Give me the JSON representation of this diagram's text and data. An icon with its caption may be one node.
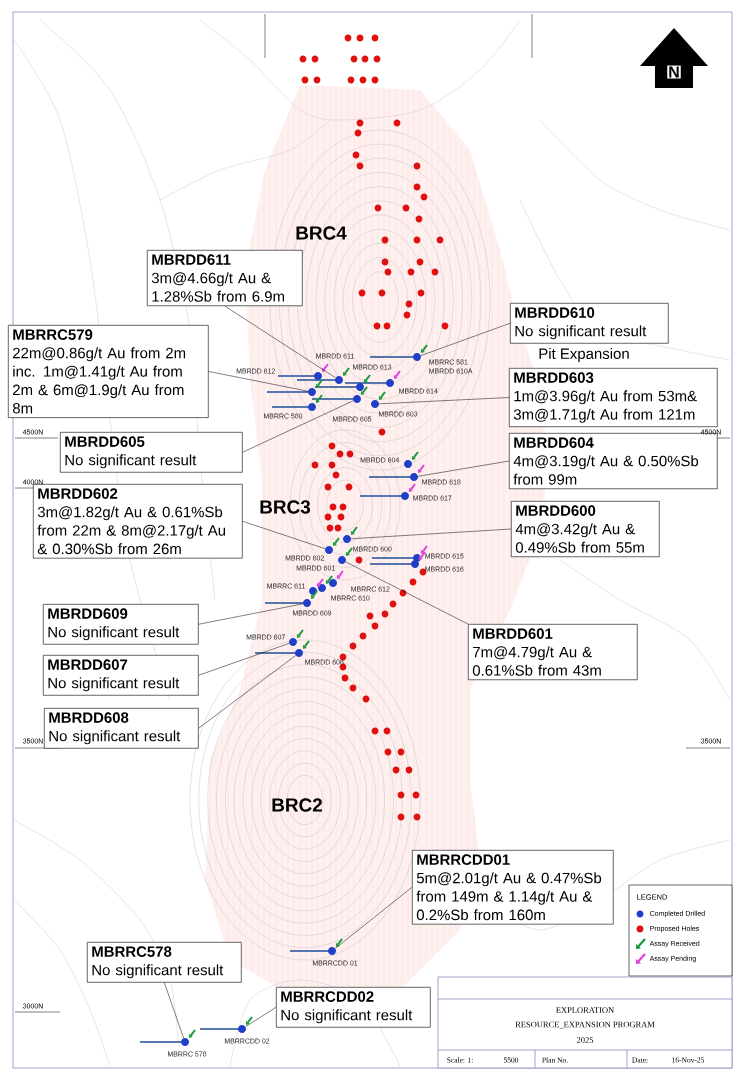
{
  "diagram": {
    "nodes": [
      {
        "text": [
          "MBRDD611",
          "3m@4.66g/t Au & 1.28%Sb from 6.9m"
        ]
      },
      {
        "text": [
          "MBRDD610",
          "No significant result"
        ]
      },
      {
        "text": [
          "MBRRC579",
          "22m@0.86g/t Au from 2m inc. 1m@1.41g/t Au from 2m & 6m@1.9g/t Au from 8m"
        ]
      },
      {
        "text": [
          "MBRDD603",
          "1m@3.96g/t Au from 53m& 3m@1.71g/t Au from 121m"
        ]
      },
      {
        "text": [
          "MBRDD605",
          "No significant result"
        ]
      },
      {
        "text": [
          "MBRDD604",
          "4m@3.19g/t Au & 0.50%Sb from 99m"
        ]
      },
      {
        "text": [
          "MBRDD602",
          "3m@1.82g/t Au & 0.61%Sb from 22m & 8m@2.17g/t Au & 0.30%Sb from 26m"
        ]
      },
      {
        "text": [
          "MBRDD600",
          "4m@3.42g/t Au & 0.49%Sb from 55m"
        ]
      },
      {
        "text": [
          "MBRDD609",
          "No significant result"
        ]
      },
      {
        "text": [
          "MBRDD601",
          "7m@4.79g/t Au & 0.61%Sb from 43m"
        ]
      },
      {
        "text": [
          "MBRDD607",
          "No significant result"
        ]
      },
      {
        "text": [
          "MBRDD608",
          "No significant result"
        ]
      },
      {
        "text": [
          "MBRRCDD01",
          "5m@2.01g/t Au & 0.47%Sb from 149m & 1.14g/t Au & 0.2%Sb from 160m"
        ]
      },
      {
        "text": [
          "MBRRC578",
          "No significant result"
        ]
      },
      {
        "text": [
          "MBRRCDD02",
          "No significant result"
        ]
      },
      {
        "text": [],
        "shape": "circle",
        "beside": [
          "MBRRC 581",
          "MBRDD 610A"
        ]
      },
      {
        "text": [],
        "shape": "circle",
        "beside": [
          "MBRDD 612"
        ]
      },
      {
        "text": [],
        "shape": "circle",
        "beside": [
          "MBRDD 611"
        ]
      },
      {
        "text": [],
        "shape": "circle",
        "beside": [
          "MBRDD 614"
        ]
      },
      {
        "text": [],
        "shape": "circle",
        "beside": [
          "MBRDD 613"
        ]
      },
      {
        "text": [],
        "shape": "circle"
      },
      {
        "text": [],
        "shape": "circle",
        "beside": [
          "MBRDD 605"
        ]
      },
      {
        "text": [],
        "shape": "circle",
        "beside": [
          "MBRDD 603"
        ]
      },
      {
        "text": [],
        "shape": "circle",
        "beside": [
          "MBRRC 580"
        ]
      },
      {
        "text": [],
        "shape": "circle",
        "beside": [
          "MBRDD 604"
        ]
      },
      {
        "text": [],
        "shape": "circle",
        "beside": [
          "MBRDD 618"
        ]
      },
      {
        "text": [],
        "shape": "circle",
        "beside": [
          "MBRDD 617"
        ]
      },
      {
        "text": [],
        "shape": "circle",
        "beside": [
          "MBRDD 600"
        ]
      },
      {
        "text": [],
        "shape": "circle",
        "beside": [
          "MBRDD 602"
        ]
      },
      {
        "text": [],
        "shape": "circle",
        "beside": [
          "MBRDD 615"
        ]
      },
      {
        "text": [],
        "shape": "circle",
        "beside": [
          "MBRDD 601"
        ]
      },
      {
        "text": [],
        "shape": "circle",
        "beside": [
          "MBRDD 616"
        ]
      },
      {
        "text": [],
        "shape": "circle",
        "beside": [
          "MBRRC 612"
        ]
      },
      {
        "text": [],
        "shape": "circle",
        "beside": [
          "MBRRC 610"
        ]
      },
      {
        "text": [],
        "shape": "circle",
        "beside": [
          "MBRRC 611"
        ]
      },
      {
        "text": [],
        "shape": "circle",
        "beside": [
          "MBRDD 609"
        ]
      },
      {
        "text": [],
        "shape": "circle",
        "beside": [
          "MBRDD 607"
        ]
      },
      {
        "text": [],
        "shape": "circle",
        "beside": [
          "MBRDD 608"
        ]
      },
      {
        "text": [],
        "shape": "circle",
        "beside": [
          "MBRRCDD 01"
        ]
      },
      {
        "text": [],
        "shape": "circle",
        "beside": [
          "MBRRCDD 02"
        ]
      },
      {
        "text": [],
        "shape": "circle",
        "beside": [
          "MBRRC 578"
        ]
      }
    ],
    "edges": [
      {
        "from": 0,
        "to": 17,
        "arrow": "none"
      },
      {
        "from": 1,
        "to": 15,
        "arrow": "none"
      },
      {
        "from": 2,
        "to": 20,
        "arrow": "none"
      },
      {
        "from": 3,
        "to": 22,
        "arrow": "none"
      },
      {
        "from": 4,
        "to": 21,
        "arrow": "none"
      },
      {
        "from": 5,
        "to": 25,
        "arrow": "none"
      },
      {
        "from": 6,
        "to": 28,
        "arrow": "none"
      },
      {
        "from": 7,
        "to": 27,
        "arrow": "none"
      },
      {
        "from": 8,
        "to": 35,
        "arrow": "none"
      },
      {
        "from": 9,
        "to": 30,
        "arrow": "none"
      },
      {
        "from": 10,
        "to": 36,
        "arrow": "none"
      },
      {
        "from": 11,
        "to": 37,
        "arrow": "none"
      },
      {
        "from": 12,
        "to": 38,
        "arrow": "none"
      },
      {
        "from": 13,
        "to": 40,
        "arrow": "none"
      },
      {
        "from": 14,
        "to": 39,
        "arrow": "none"
      }
    ],
    "labels": [
      "N",
      "4500N",
      "4500N",
      "BRC4",
      "Pit Expansion",
      "4000N",
      "BRC3",
      "3500N",
      "3500N",
      "BRC2",
      "LEGEND",
      "3000N",
      "EXPLORATION",
      "RESOURCE_EXPANSION PROGRAM",
      "2025",
      "Scale: 1:",
      "5500",
      "Plan No.",
      "Date:",
      "16-Nov-25"
    ],
    "legend": [
      {
        "text": "Completed Drilled",
        "color": "#1f3fc8"
      },
      {
        "text": "Proposed Holes",
        "color": "#e01010"
      },
      {
        "text": "Assay Received",
        "color": "#1a9a3a"
      },
      {
        "text": "Assay Pending",
        "color": "#e040e0"
      }
    ]
  }
}
